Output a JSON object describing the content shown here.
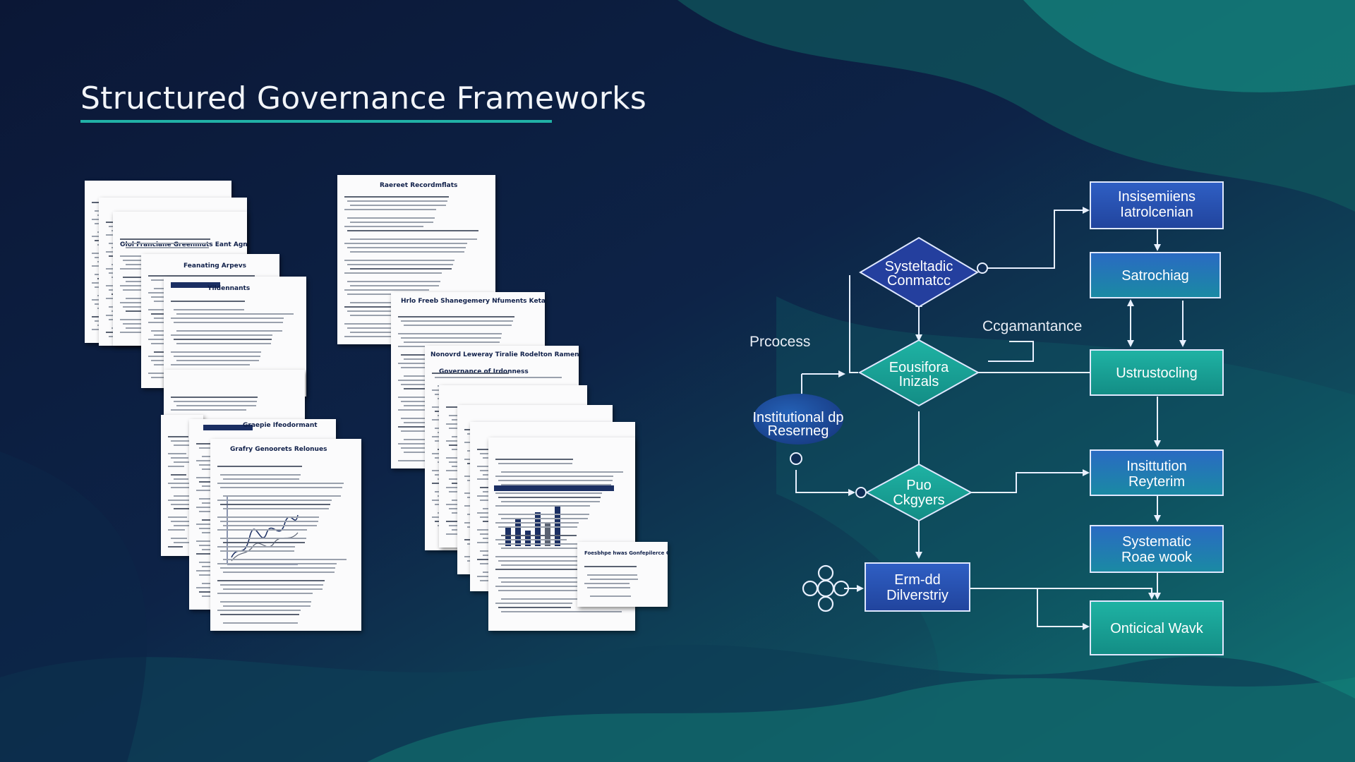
{
  "slide": {
    "title": "Structured Governance Frameworks",
    "accent_color": "#21b1a6",
    "background_colors": [
      "#0c1a3a",
      "#0f5a62",
      "#13a08f"
    ]
  },
  "documents": {
    "headers": [
      "Olol Franciane Greenmuts Eant Agnerds",
      "Feanating Arpevs",
      "Yildennants",
      "Graepie Ifeodormant",
      "Grafry Genoorets Relonues",
      "Raereet Recordmflats",
      "Hrlo Freeb Shanegemery Nfuments Ketamall",
      "Nonovrd Leweray Tiralie Rodelton Ramennerge",
      "Governance of Irdonness",
      "Foesbhpe hwas Gonfepilerce Gs Fepyeno Gonmermance"
    ]
  },
  "flowchart": {
    "boxes": [
      {
        "line1": "Insisemiiens",
        "line2": "Iatrolcenian"
      },
      {
        "line1": "Satrochiag",
        "line2": ""
      },
      {
        "line1": "Ustrustocling",
        "line2": ""
      },
      {
        "line1": "Insittution",
        "line2": "Reyterim"
      },
      {
        "line1": "Systematic",
        "line2": "Roae wook"
      },
      {
        "line1": "Onticical Wavk",
        "line2": ""
      },
      {
        "line1": "Erm-dd",
        "line2": "Dilverstriy"
      }
    ],
    "diamonds": [
      {
        "line1": "Systeltadic",
        "line2": "Conmatcc"
      },
      {
        "line1": "Eousifora",
        "line2": "Inizals"
      },
      {
        "line1": "Puo",
        "line2": "Ckgyers"
      }
    ],
    "ellipse": {
      "line1": "Institutional dp",
      "line2": "Reserneg"
    },
    "labels": {
      "process": "Prcocess",
      "compliance": "Ccgamantance"
    },
    "colors": {
      "box_blue": "#2a53b5",
      "box_teal": "#17a59a",
      "stroke": "#e8f0ff"
    }
  }
}
